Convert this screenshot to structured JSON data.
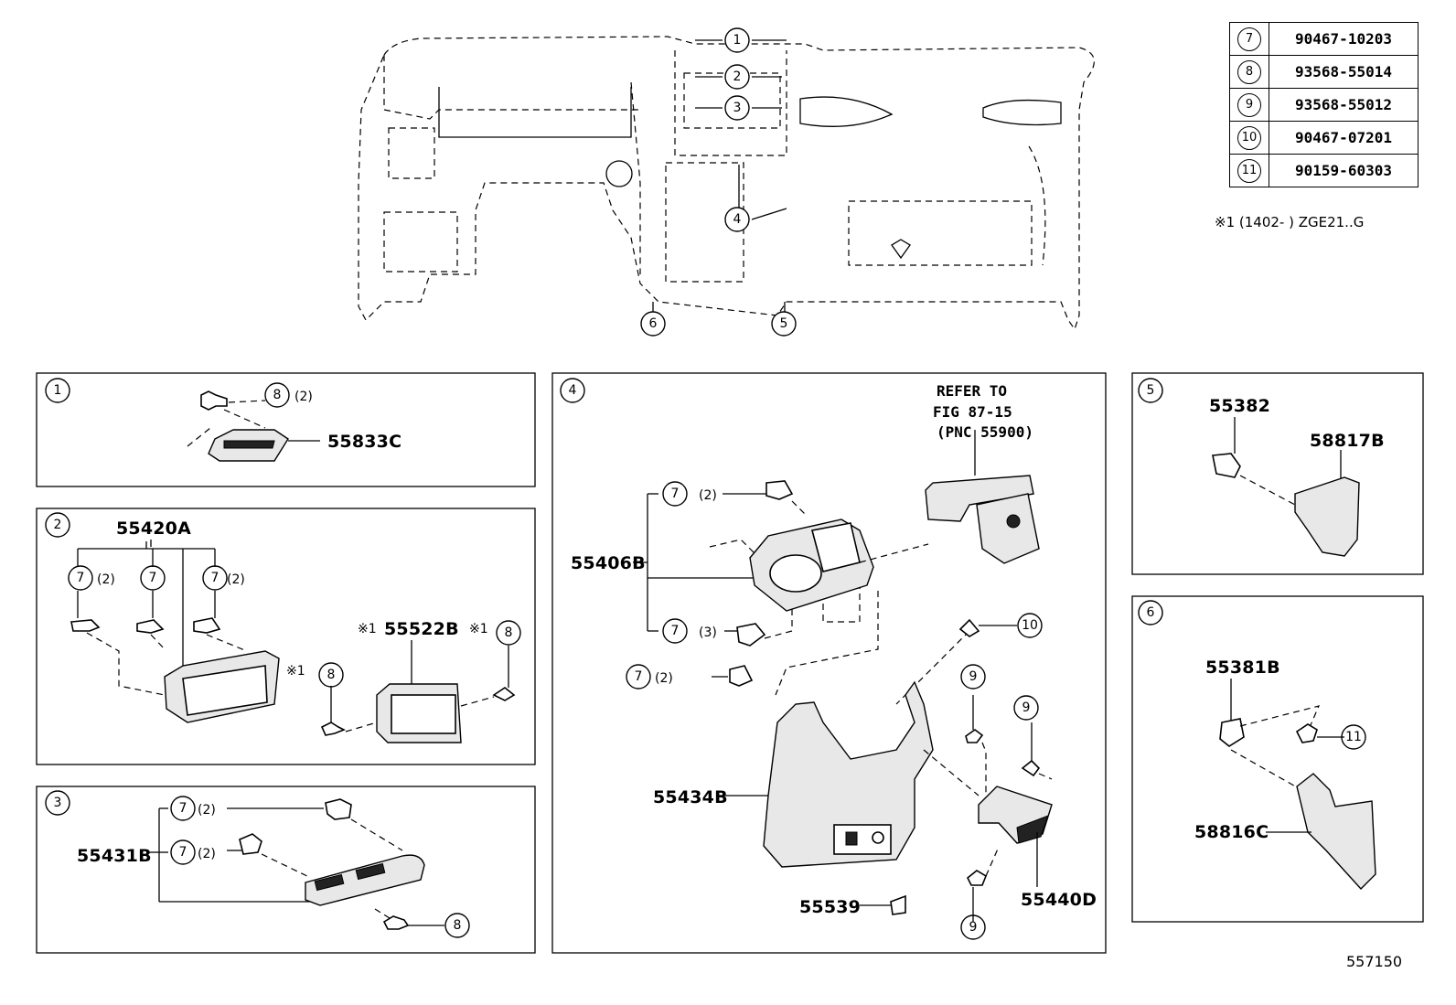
{
  "legend": [
    {
      "ref": "7",
      "part": "90467-10203"
    },
    {
      "ref": "8",
      "part": "93568-55014"
    },
    {
      "ref": "9",
      "part": "93568-55012"
    },
    {
      "ref": "10",
      "part": "90467-07201"
    },
    {
      "ref": "11",
      "part": "90159-60303"
    }
  ],
  "note": "※1 (1402-      ) ZGE21..G",
  "diagram_id": "557150",
  "overview_callouts": [
    "1",
    "2",
    "3",
    "4",
    "5",
    "6"
  ],
  "panel1": {
    "num": "1",
    "parts": {
      "a": "55833C"
    },
    "qty8": "(2)",
    "ref8": "8"
  },
  "panel2": {
    "num": "2",
    "parts": {
      "a": "55420A",
      "b": "55522B"
    },
    "mark": "※1",
    "q2": "(2)",
    "q7": "7",
    "q8": "8"
  },
  "panel3": {
    "num": "3",
    "parts": {
      "a": "55431B"
    },
    "q2": "(2)",
    "q7": "7",
    "q8": "8"
  },
  "panel4": {
    "num": "4",
    "parts": {
      "a": "55406B",
      "b": "55434B",
      "c": "55539",
      "d": "55440D"
    },
    "refer": [
      "REFER TO",
      "FIG 87-15",
      "(PNC 55900)"
    ],
    "q2": "(2)",
    "q3": "(3)",
    "q7": "7",
    "q9": "9",
    "q10": "10"
  },
  "panel5": {
    "num": "5",
    "parts": {
      "a": "55382",
      "b": "58817B"
    }
  },
  "panel6": {
    "num": "6",
    "parts": {
      "a": "55381B",
      "b": "58816C"
    },
    "q11": "11"
  }
}
